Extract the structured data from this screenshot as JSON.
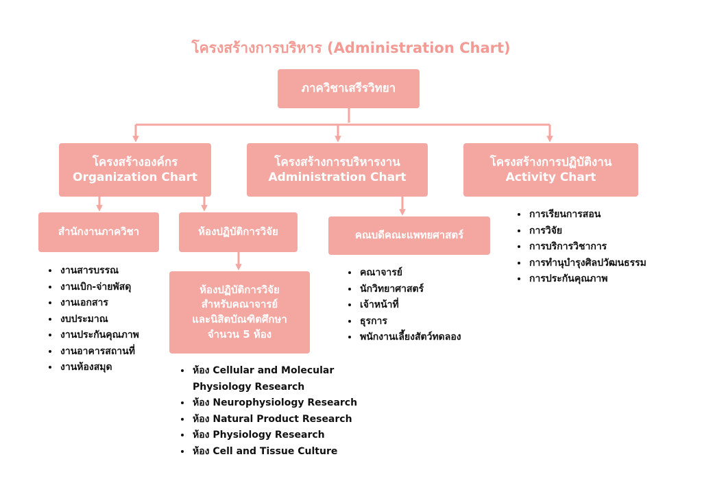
{
  "title": "โครงสร้างการบริหาร (Administration Chart)",
  "root": "ภาควิชาเสรีรวิทยา",
  "organization_chart": {
    "line1": "โครงสร้างองค์กร",
    "line2": "Organization Chart"
  },
  "administration_chart": {
    "line1": "โครงสร้างการบริหารงาน",
    "line2": "Administration Chart"
  },
  "activity_chart": {
    "line1": "โครงสร้างการปฏิบัติงาน",
    "line2": "Activity Chart"
  },
  "department_office": "สำนักงานภาควิชา",
  "research_lab": "ห้องปฏิบัติการวิจัย",
  "dean": "คณบดีคณะแพทยศาสตร์",
  "research_labs_detail": [
    "ห้องปฏิบัติการวิจัย",
    "สำหรับคณาจารย์",
    "และนิสิตบัณฑิตศึกษา",
    "จำนวน 5 ห้อง"
  ],
  "office_items": [
    "งานสารบรรณ",
    "งานเบิก-จ่ายพัสดุ",
    "งานเอกสาร",
    "งบประมาณ",
    "งานประกันคุณภาพ",
    "งานอาคารสถานที่",
    "งานห้องสมุด"
  ],
  "dean_items": [
    "คณาจารย์",
    "นักวิทยาศาสตร์",
    "เจ้าหน้าที่",
    "ธุรการ",
    "พนักงานเลี้ยงสัตว์ทดลอง"
  ],
  "activity_items": [
    "การเรียนการสอน",
    "การวิจัย",
    "การบริการวิชาการ",
    "การทำนุบำรุงศิลปวัฒนธรรม",
    "การประกันคุณภาพ"
  ],
  "lab_items": [
    [
      "ห้อง Cellular and Molecular",
      "Physiology Research"
    ],
    [
      "ห้อง Neurophysiology Research"
    ],
    [
      "ห้อง Natural Product Research"
    ],
    [
      "ห้อง Physiology Research"
    ],
    [
      "ห้อง Cell and Tissue Culture"
    ]
  ],
  "colors": {
    "box": "#f4a6a0",
    "title": "#f29a93",
    "connector": "#f4a6a0",
    "box_text": "#ffffff"
  }
}
